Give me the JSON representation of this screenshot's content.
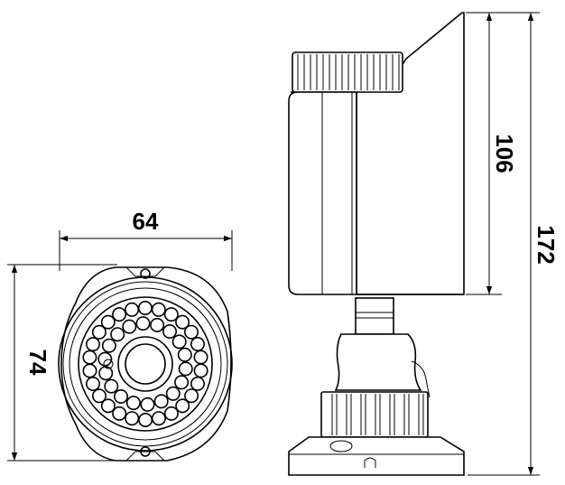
{
  "dimensions": {
    "front_width": "64",
    "front_height": "74",
    "body_length": "106",
    "total_length": "172"
  }
}
